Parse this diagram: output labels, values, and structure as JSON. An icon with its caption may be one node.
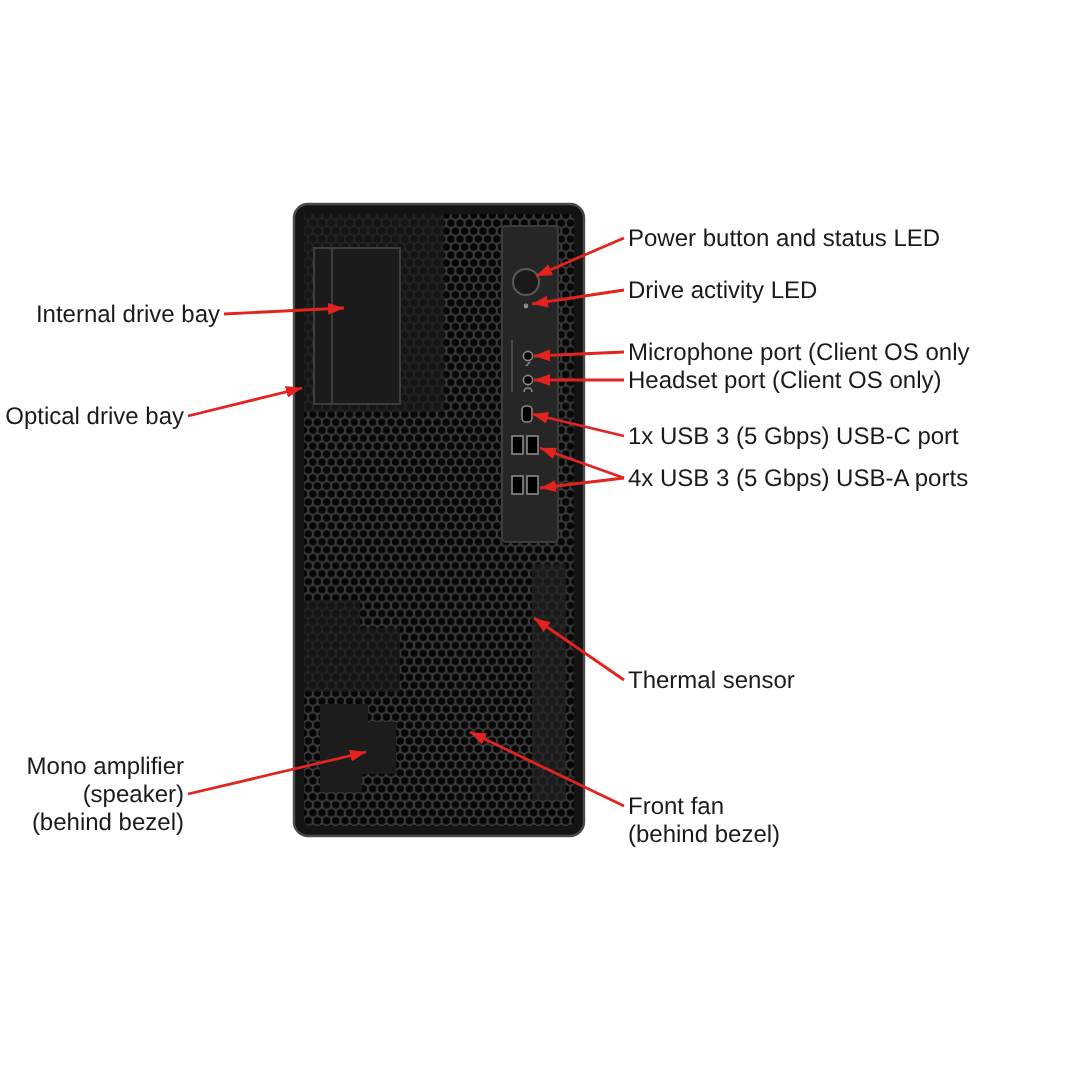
{
  "diagram": {
    "nodes": [
      {
        "text": [
          "Power button and status LED"
        ]
      },
      {
        "text": [
          "Drive activity LED"
        ]
      },
      {
        "text": [
          "Internal drive bay"
        ]
      },
      {
        "text": [
          "Microphone port (Client OS only"
        ]
      },
      {
        "text": [
          "Headset port (Client OS only)"
        ]
      },
      {
        "text": [
          "Optical drive bay"
        ]
      },
      {
        "text": [
          "1x USB 3 (5 Gbps) USB-C port"
        ]
      },
      {
        "text": [
          "4x USB 3 (5 Gbps) USB-A ports"
        ]
      },
      {
        "text": [
          "Thermal sensor"
        ]
      },
      {
        "text": [
          "Mono amplifier (speaker) (behind bezel)"
        ]
      },
      {
        "text": [
          "Front fan (behind bezel)"
        ]
      }
    ],
    "edges": [
      {
        "from": 0,
        "to": null,
        "arrow": "to"
      },
      {
        "from": 1,
        "to": null,
        "arrow": "to"
      },
      {
        "from": 2,
        "to": null,
        "arrow": "to"
      },
      {
        "from": 3,
        "to": null,
        "arrow": "to"
      },
      {
        "from": 4,
        "to": null,
        "arrow": "to"
      },
      {
        "from": 5,
        "to": null,
        "arrow": "to"
      },
      {
        "from": 6,
        "to": null,
        "arrow": "to"
      },
      {
        "from": 7,
        "to": null,
        "arrow": "to"
      },
      {
        "from": 7,
        "to": null,
        "arrow": "to"
      },
      {
        "from": 8,
        "to": null,
        "arrow": "to"
      },
      {
        "from": 9,
        "to": null,
        "arrow": "to"
      },
      {
        "from": 10,
        "to": null,
        "arrow": "to"
      }
    ]
  }
}
